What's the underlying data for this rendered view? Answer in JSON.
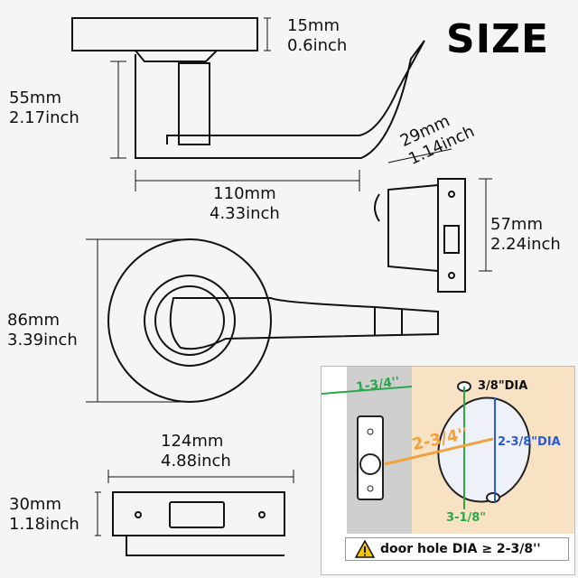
{
  "title": "SIZE",
  "dims": {
    "rose_thickness": {
      "mm": "15mm",
      "inch": "0.6inch"
    },
    "lever_height": {
      "mm": "55mm",
      "inch": "2.17inch"
    },
    "lever_length": {
      "mm": "110mm",
      "inch": "4.33inch"
    },
    "latch_width": {
      "mm": "29mm",
      "inch": "1.14inch"
    },
    "latch_height": {
      "mm": "57mm",
      "inch": "2.24inch"
    },
    "rose_diameter": {
      "mm": "86mm",
      "inch": "3.39inch"
    },
    "plate_length": {
      "mm": "124mm",
      "inch": "4.88inch"
    },
    "plate_height": {
      "mm": "30mm",
      "inch": "1.18inch"
    }
  },
  "inset": {
    "backset": "1-3/4''",
    "backset_alt": "2-3/4''",
    "small_hole": "3/8\"DIA",
    "big_hole": "2-3/8\"DIA",
    "bottom_dim": "3-1/8\""
  },
  "warning": {
    "text": "door hole DIA ≥ 2-3/8''"
  },
  "colors": {
    "green": "#2aa84a",
    "orange": "#f0a23c",
    "blue": "#2b59d9",
    "wood": "#f8e2c4"
  }
}
